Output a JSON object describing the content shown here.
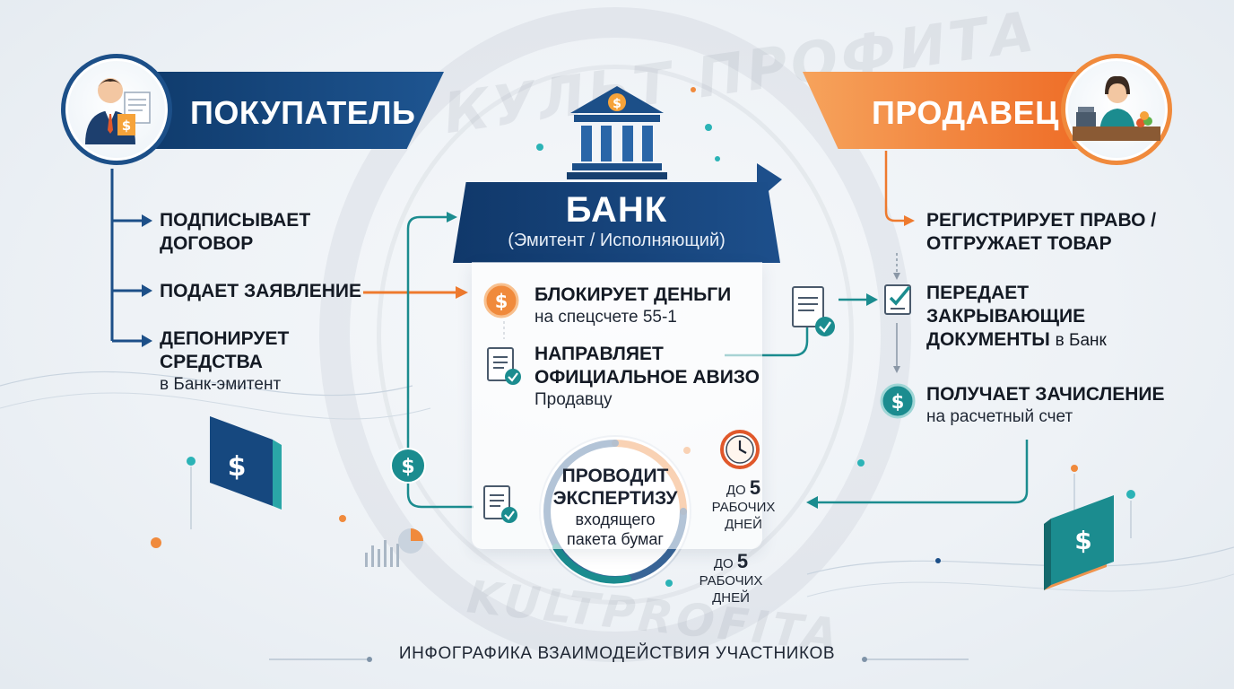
{
  "watermark": {
    "top_text": "КУЛЬТ ПРОФИТА",
    "bottom_text": "KULTPROFITA"
  },
  "buyer": {
    "title": "ПОКУПАТЕЛЬ",
    "steps": [
      {
        "bold": "ПОДПИСЫВАЕТ",
        "bold2": "ДОГОВОР"
      },
      {
        "bold": "ПОДАЕТ ЗАЯВЛЕНИЕ"
      },
      {
        "bold": "ДЕПОНИРУЕТ",
        "bold2": "СРЕДСТВА",
        "normal": "в Банк-эмитент"
      }
    ]
  },
  "bank": {
    "title": "БАНК",
    "subtitle": "(Эмитент / Исполняющий)",
    "steps": [
      {
        "bold": "БЛОКИРУЕТ ДЕНЬГИ",
        "normal": "на спецсчете 55-1"
      },
      {
        "bold": "НАПРАВЛЯЕТ",
        "bold2": "ОФИЦИАЛЬНОЕ АВИЗО",
        "normal": "Продавцу"
      }
    ],
    "expertise": {
      "line1": "ПРОВОДИТ",
      "line2": "ЭКСПЕРТИЗУ",
      "line3": "входящего",
      "line4": "пакета бумаг"
    },
    "deadline1": {
      "prefix": "ДО",
      "number": "5",
      "line2": "РАБОЧИХ",
      "line3": "ДНЕЙ"
    },
    "deadline2": {
      "prefix": "ДО",
      "number": "5",
      "line2": "РАБОЧИХ",
      "line3": "ДНЕЙ"
    }
  },
  "seller": {
    "title": "ПРОДАВЕЦ",
    "steps": [
      {
        "bold": "РЕГИСТРИРУЕТ ПРАВО /",
        "bold2": "ОТГРУЖАЕТ ТОВАР"
      },
      {
        "bold": "ПЕРЕДАЕТ",
        "bold2": "ЗАКРЫВАЮЩИЕ",
        "bold3": "ДОКУМЕНТЫ",
        "normal": "в Банк"
      },
      {
        "bold": "ПОЛУЧАЕТ ЗАЧИСЛЕНИЕ",
        "normal": "на расчетный счет"
      }
    ]
  },
  "icons": {
    "buyer_avatar": "businessman-icon",
    "seller_avatar": "shop-seller-icon",
    "bank": "bank-building-icon",
    "coin": "dollar-coin-icon",
    "document": "document-check-icon",
    "clock": "clock-icon",
    "checklist": "checklist-icon"
  },
  "colors": {
    "navy": "#1c4f88",
    "orange": "#ee7a2e",
    "teal": "#1b8c8f"
  },
  "footer": "ИНФОГРАФИКА ВЗАИМОДЕЙСТВИЯ УЧАСТНИКОВ"
}
